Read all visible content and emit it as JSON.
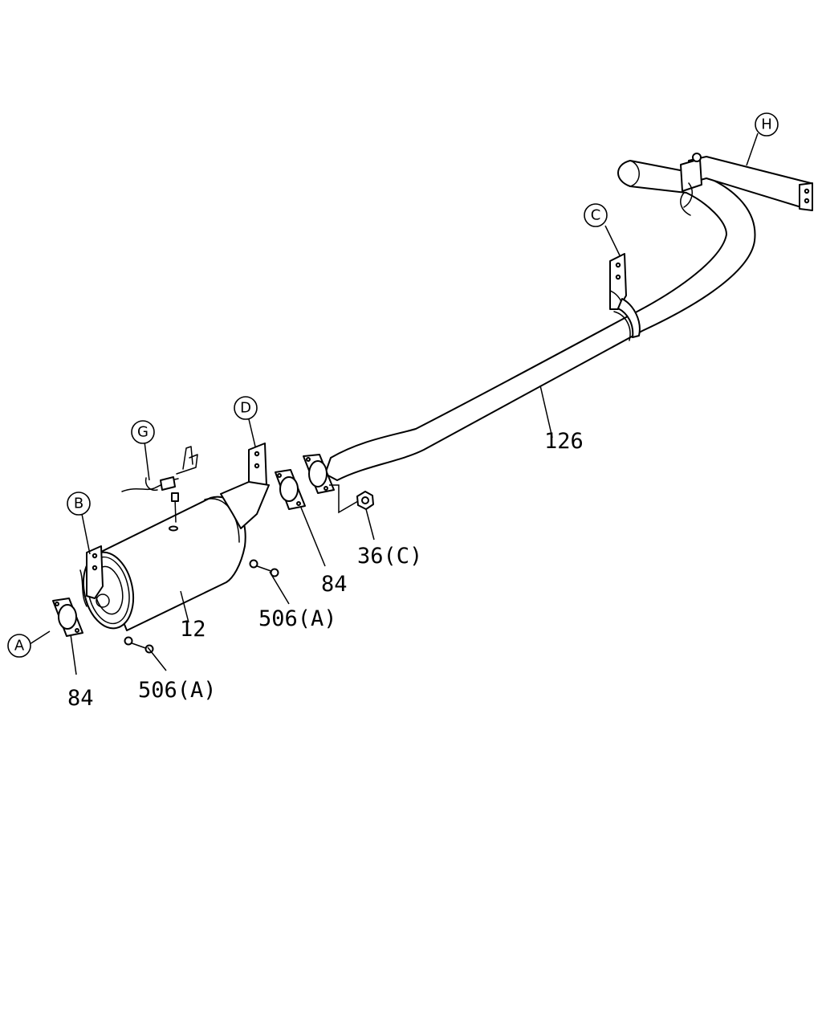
{
  "callouts": {
    "pipe": "126",
    "muffler": "12",
    "gasket_front": "84",
    "gasket_rear": "84",
    "bolt_front": "506(A)",
    "bolt_rear": "506(A)",
    "nut": "36(C)"
  },
  "reference_marks": {
    "a": "A",
    "b": "B",
    "c": "C",
    "d": "D",
    "g": "G",
    "h": "H"
  },
  "colors": {
    "line": "#000000",
    "background": "#ffffff"
  }
}
